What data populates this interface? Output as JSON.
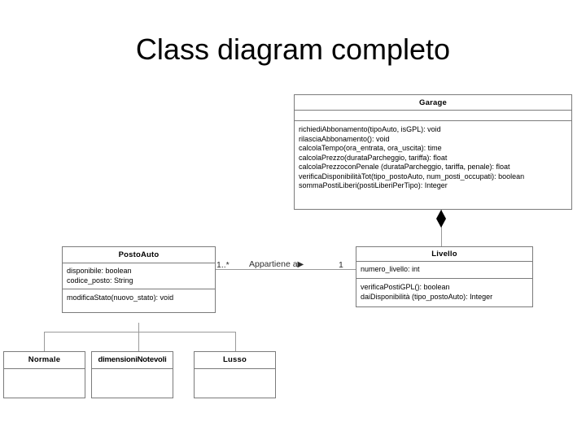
{
  "slide": {
    "title": "Class diagram completo",
    "background_color": "#ffffff",
    "line_color": "#9a9a9a",
    "border_color": "#7b7b7b"
  },
  "diagram": {
    "type": "uml-class-diagram",
    "classes": [
      {
        "id": "garage",
        "name": "Garage",
        "attributes": [],
        "operations": [
          "richiediAbbonamento(tipoAuto, isGPL): void",
          "rilasciaAbbonamento(): void",
          "calcolaTempo(ora_entrata, ora_uscita): time",
          "calcolaPrezzo(durataParcheggio, tariffa): float",
          "calcolaPrezzoconPenale (durataParcheggio, tariffa, penale): float",
          "verificaDisponibilitàTot(tipo_postoAuto, num_posti_occupati): boolean",
          "sommaPostiLiberi(postiLiberiPerTipo): Integer"
        ]
      },
      {
        "id": "livello",
        "name": "Livello",
        "attributes": [
          "numero_livello: int"
        ],
        "operations": [
          "verificaPostiGPL(): boolean",
          "daiDisponibilità (tipo_postoAuto): Integer"
        ]
      },
      {
        "id": "postoauto",
        "name": "PostoAuto",
        "attributes": [
          "disponibile: boolean",
          "codice_posto: String"
        ],
        "operations": [
          "modificaStato(nuovo_stato): void"
        ]
      },
      {
        "id": "normale",
        "name": "Normale",
        "attributes": [],
        "operations": []
      },
      {
        "id": "dimensioninotevoli",
        "name": "dimensioniNotevoli",
        "attributes": [],
        "operations": []
      },
      {
        "id": "lusso",
        "name": "Lusso",
        "attributes": [],
        "operations": []
      }
    ],
    "relationships": [
      {
        "id": "garage-livello",
        "kind": "composition",
        "from": "Garage",
        "to": "Livello",
        "label": "",
        "source_multiplicity": "",
        "target_multiplicity": ""
      },
      {
        "id": "postoauto-livello",
        "kind": "association",
        "from": "PostoAuto",
        "to": "Livello",
        "label": "Appartiene a",
        "navigation": "▶",
        "source_multiplicity": "1..*",
        "target_multiplicity": "1"
      },
      {
        "id": "postoauto-generalization",
        "kind": "generalization",
        "parent": "PostoAuto",
        "children": [
          "Normale",
          "dimensioniNotevoli",
          "Lusso"
        ]
      }
    ]
  }
}
